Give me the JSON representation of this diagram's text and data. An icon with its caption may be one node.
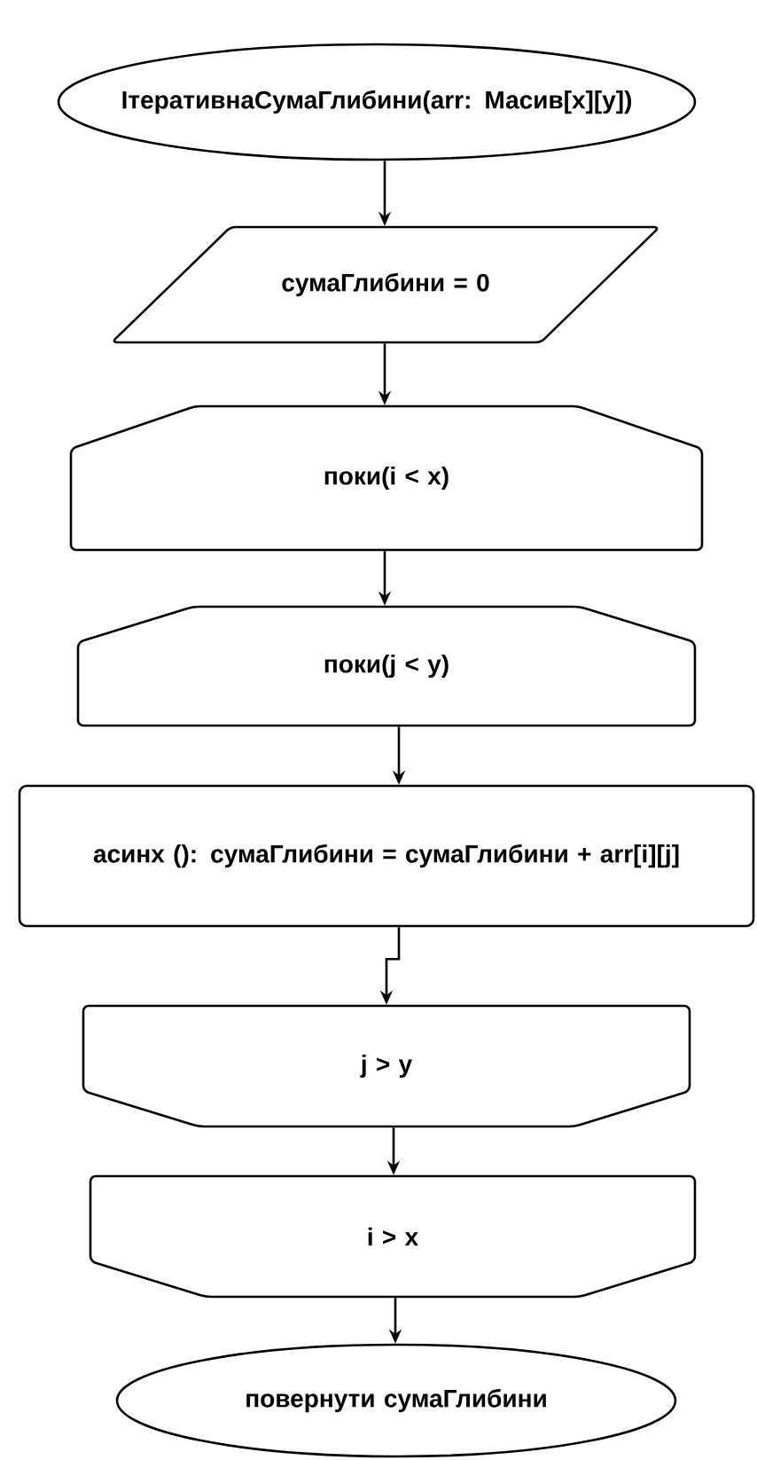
{
  "diagram": {
    "nodes": [
      {
        "text": [
          "ІтеративнаСумаГлибини(arr: Масив[x][y])"
        ]
      },
      {
        "text": [
          "сумаГлибини = 0"
        ]
      },
      {
        "text": [
          "поки(i < x)"
        ]
      },
      {
        "text": [
          "поки(j < y)"
        ]
      },
      {
        "text": [
          "асинх (): сумаГлибини = сумаГлибини + arr[i][j]"
        ]
      },
      {
        "text": [
          "j > y"
        ]
      },
      {
        "text": [
          "i > x"
        ]
      },
      {
        "text": [
          "повернути сумаГлибини"
        ]
      }
    ],
    "edges": [
      {
        "from": 0,
        "to": 1,
        "arrow": "to"
      },
      {
        "from": 1,
        "to": 2,
        "arrow": "to"
      },
      {
        "from": 2,
        "to": 3,
        "arrow": "to"
      },
      {
        "from": 3,
        "to": 4,
        "arrow": "to"
      },
      {
        "from": 4,
        "to": 5,
        "arrow": "to"
      },
      {
        "from": 5,
        "to": 6,
        "arrow": "to"
      },
      {
        "from": 6,
        "to": 7,
        "arrow": "to"
      }
    ]
  }
}
